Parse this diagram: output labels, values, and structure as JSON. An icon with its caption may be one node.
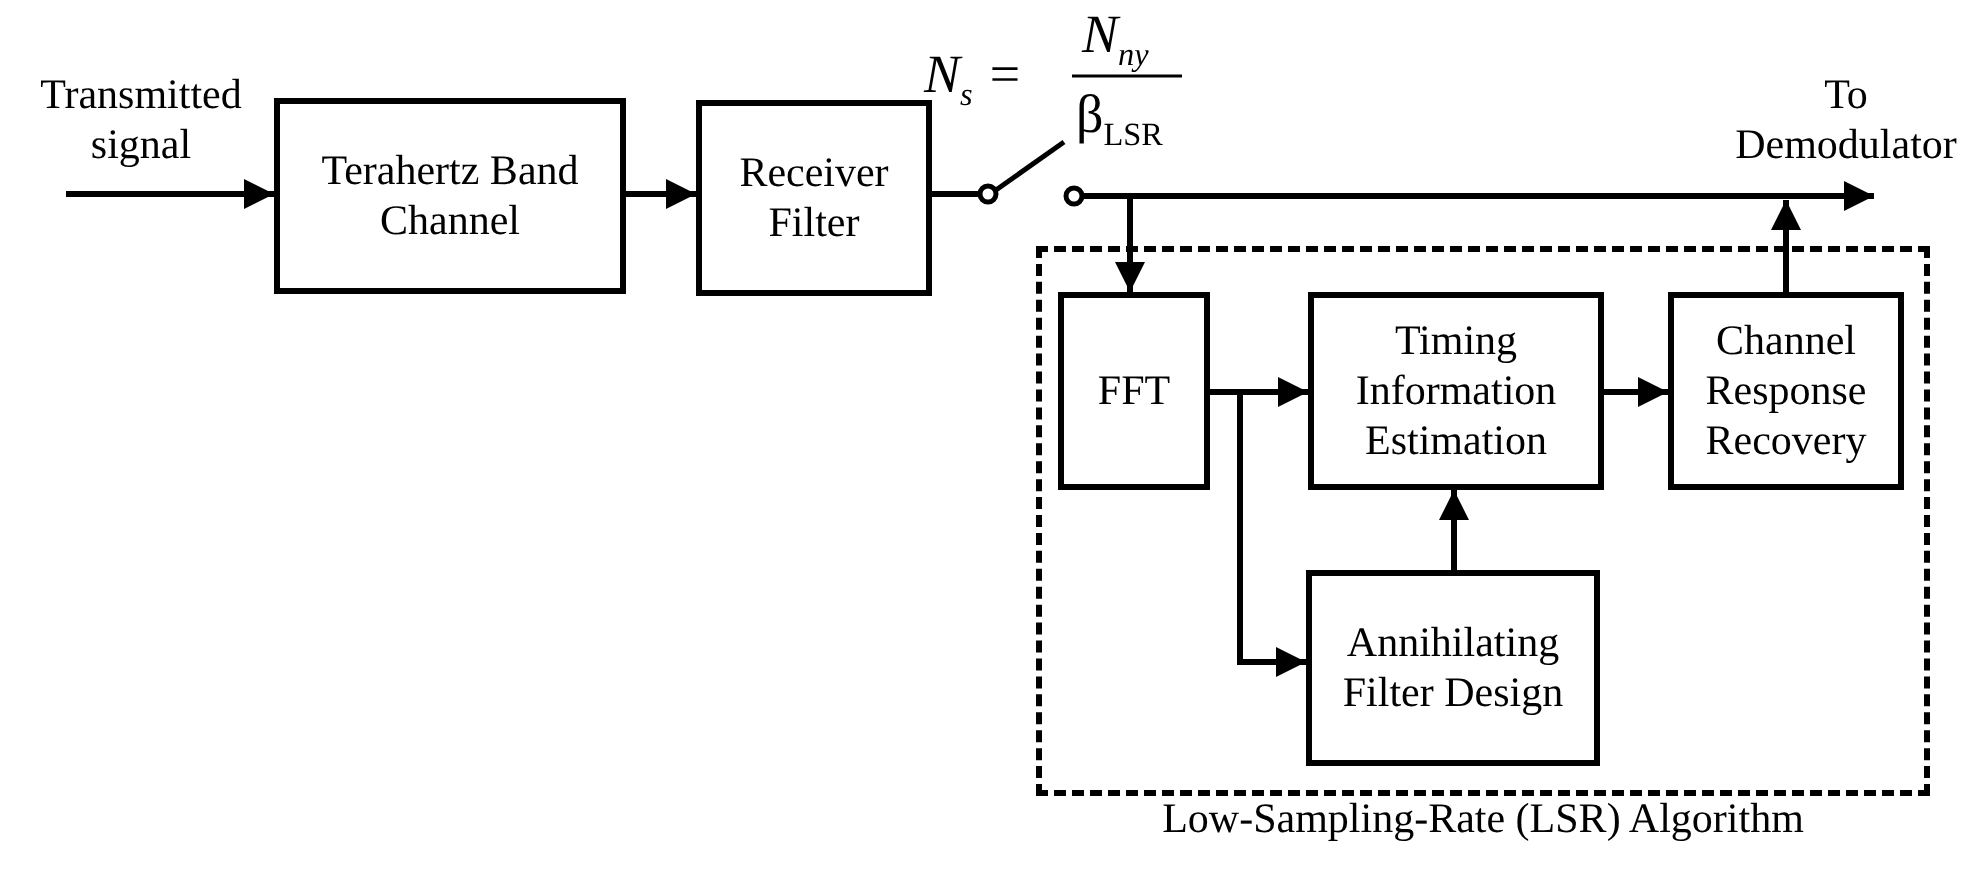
{
  "diagram": {
    "nodes": [
      {
        "text": [
          "Transmitted signal"
        ]
      },
      {
        "text": [
          "Terahertz Band Channel"
        ]
      },
      {
        "text": [
          "Receiver Filter"
        ]
      },
      {
        "text": [],
        "shape": "switch"
      },
      {
        "text": [
          "To Demodulator"
        ]
      },
      {
        "text": [
          "Low-Sampling-Rate (LSR) Algorithm"
        ]
      },
      {
        "text": [
          "FFT"
        ],
        "in": 5
      },
      {
        "text": [
          "Timing Information Estimation"
        ],
        "in": 5
      },
      {
        "text": [
          "Channel Response Recovery"
        ],
        "in": 5
      },
      {
        "text": [
          "Annihilating Filter Design"
        ],
        "in": 5
      }
    ],
    "edges": [
      {
        "from": 0,
        "to": 1,
        "arrow": "to"
      },
      {
        "from": 1,
        "to": 2,
        "arrow": "to"
      },
      {
        "from": 2,
        "to": 3,
        "arrow": "none"
      },
      {
        "from": 3,
        "to": 4,
        "arrow": "to"
      },
      {
        "from": 3,
        "to": 6,
        "arrow": "to"
      },
      {
        "from": 6,
        "to": 7,
        "arrow": "to"
      },
      {
        "from": 6,
        "to": 9,
        "arrow": "to"
      },
      {
        "from": 9,
        "to": 7,
        "arrow": "to"
      },
      {
        "from": 7,
        "to": 8,
        "arrow": "to"
      },
      {
        "from": 8,
        "to": 4,
        "arrow": "to"
      }
    ],
    "labels": [
      "N$_{s}$ =",
      "N$_{ny}$",
      "β$_{LSR}$"
    ]
  }
}
